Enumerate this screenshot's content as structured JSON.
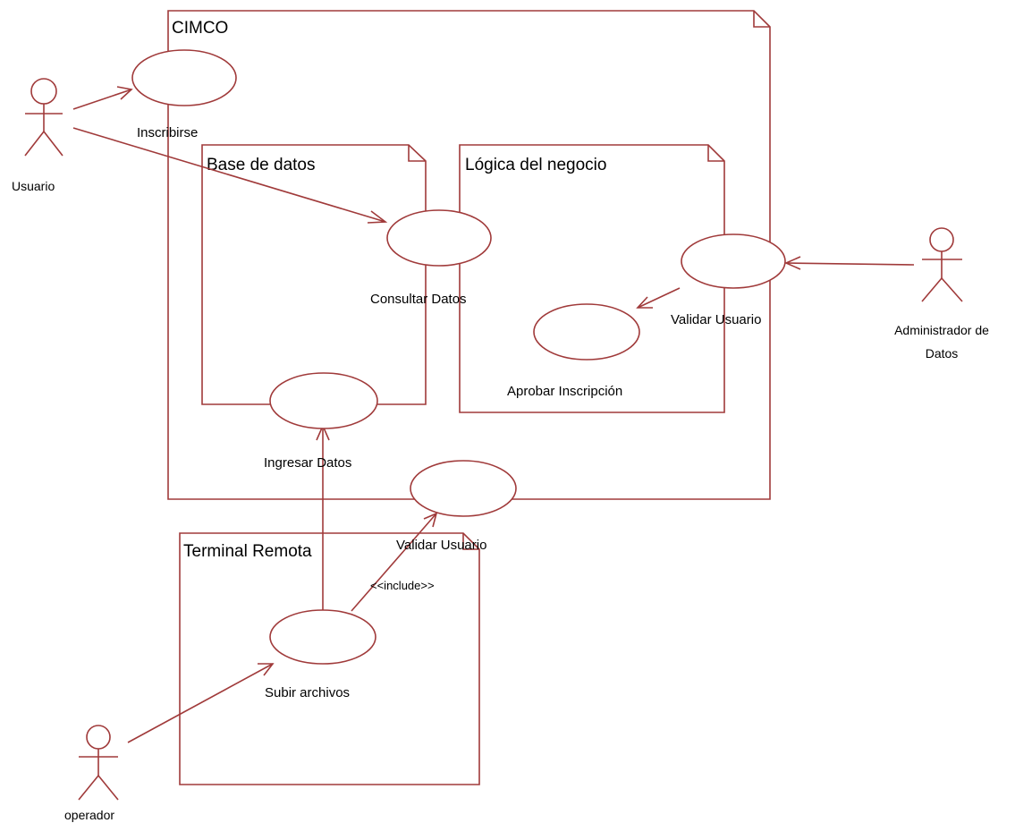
{
  "colors": {
    "stroke": "#a03a3a",
    "text": "#000000",
    "background": "#ffffff"
  },
  "packages": {
    "cimco": "CIMCO",
    "base_datos": "Base de datos",
    "logica": "Lógica del negocio",
    "terminal": "Terminal Remota"
  },
  "use_cases": {
    "inscribirse": "Inscribirse",
    "consultar": "Consultar Datos",
    "validar_logica": "Validar Usuario",
    "aprobar": "Aprobar Inscripción",
    "ingresar": "Ingresar Datos",
    "validar_cimco": "Validar Usuario",
    "subir": "Subir archivos"
  },
  "actors": {
    "usuario": "Usuario",
    "admin_line1": "Administrador de",
    "admin_line2": "Datos",
    "operador": "operador"
  },
  "stereotypes": {
    "include": "<<include>>"
  }
}
